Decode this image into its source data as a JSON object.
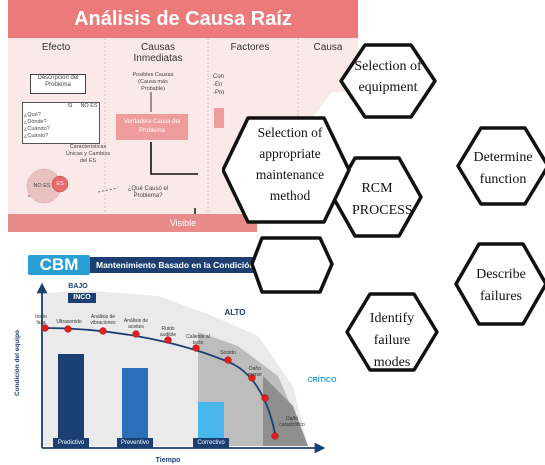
{
  "rca": {
    "title": "Análisis de Causa Raíz",
    "col_effect": "Efecto",
    "col_immediate": "Causas Inmediatas",
    "col_factors": "Factores",
    "col_cause": "Causa",
    "problem_box": "Descripción del Problema",
    "table_headers": [
      "SI",
      "NO ES"
    ],
    "table_rows": [
      "¿Qué?",
      "¿Dónde?",
      "¿Cuándo?",
      "¿Cuánto?"
    ],
    "possible_causes": "Posibles Causas (Causa más Probable)",
    "true_cause": "Verdadera Causa del Problema",
    "characteristics": "Características Únicas y Cambios del ES",
    "factors_partial": [
      "Con",
      "-En",
      "-Pro"
    ],
    "venn_left": "NO ES",
    "venn_right": "ES",
    "question": "¿Qué Causó el Problema?",
    "footer": "Visible"
  },
  "rcm": {
    "center": "RCM PROCESS",
    "nodes": [
      "Selection of equipment",
      "Determine function",
      "Describe failures",
      "Identify failure modes",
      "Selection of appropriate maintenance method"
    ]
  },
  "cbm": {
    "badge": "CBM",
    "title": "Mantenimiento Basado en la Condición",
    "low": "BAJO",
    "logo": "INCO",
    "high": "ALTO",
    "critical": "CRÍTICO",
    "y_axis": "Condición del equipo",
    "x_axis": "Tiempo",
    "curve_labels": [
      "Inicio falla",
      "Ultrasonido",
      "Análisis de vibraciones",
      "Análisis de aceites",
      "Ruido audible",
      "Caliente al tacto",
      "Sonido",
      "Daño menor",
      "Daño catastrófico"
    ],
    "categories": [
      "Predictivo",
      "Preventivo",
      "Correctivo"
    ],
    "colors": {
      "dark_blue": "#1c3f73",
      "mid_blue": "#2a6fb8",
      "light_blue": "#49b7ee",
      "red": "#e02020"
    }
  }
}
